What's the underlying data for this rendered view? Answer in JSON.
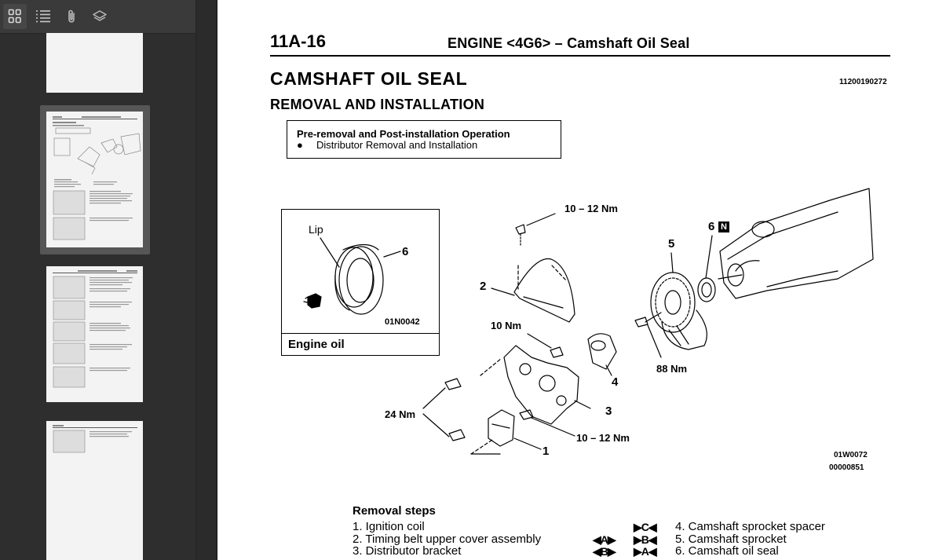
{
  "sidebar": {
    "toolbar": [
      {
        "icon": "thumbnail-grid-icon",
        "active": true
      },
      {
        "icon": "outline-list-icon",
        "active": false
      },
      {
        "icon": "paperclip-icon",
        "active": false
      },
      {
        "icon": "layers-icon",
        "active": false
      }
    ]
  },
  "document": {
    "page_no": "11A-16",
    "header_title": "ENGINE <4G6> – Camshaft Oil Seal",
    "heading": "CAMSHAFT OIL SEAL",
    "doc_code": "11200190272",
    "subheading": "REMOVAL AND INSTALLATION",
    "pre_removal": {
      "title": "Pre-removal and Post-installation Operation",
      "bullet": "●",
      "item": "Distributor Removal and Installation"
    },
    "inset": {
      "lip_label": "Lip",
      "part_label": "6",
      "code": "01N0042",
      "footer": "Engine oil"
    },
    "callouts": {
      "torque_10_12_top": "10 – 12 Nm",
      "torque_10": "10 Nm",
      "torque_24": "24 Nm",
      "torque_10_12_bottom": "10 – 12 Nm",
      "torque_88": "88 Nm",
      "part_1": "1",
      "part_2": "2",
      "part_3": "3",
      "part_4": "4",
      "part_5": "5",
      "part_6": "6",
      "part_6_badge": "N"
    },
    "figure_code_1": "01W0072",
    "figure_code_2": "00000851",
    "removal_steps": {
      "title": "Removal steps",
      "items": [
        "1. Ignition coil",
        "2. Timing belt upper cover assembly",
        "3. Distributor bracket",
        "4. Camshaft sprocket spacer",
        "5. Camshaft sprocket",
        "6. Camshaft oil seal"
      ],
      "marks": [
        "▶C◀",
        "◀A▶",
        "▶B◀",
        "◀B▶",
        "▶A◀"
      ]
    }
  }
}
